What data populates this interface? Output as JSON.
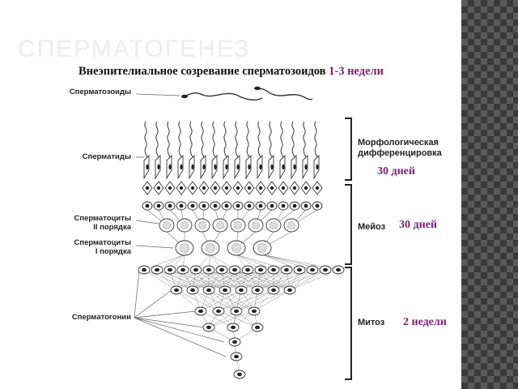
{
  "slide": {
    "title": "СПЕРМАТОГЕНЕЗ",
    "subtitle_main": "Внеэпителиальное созревание сперматозоидов ",
    "subtitle_accent": "1-3 недели"
  },
  "cell_labels": {
    "spermatozoa": "Сперматозоиды",
    "spermatids": "Сперматиды",
    "spermatocytes_2_line1": "Сперматоциты",
    "spermatocytes_2_line2": "II порядка",
    "spermatocytes_1_line1": "Сперматоциты",
    "spermatocytes_1_line2": "I порядка",
    "spermatogonia": "Сперматогонии"
  },
  "phases": {
    "morphological_line1": "Морфологическая",
    "morphological_line2": "дифференцировка",
    "meiosis": "Мейоз",
    "mitosis": "Митоз"
  },
  "durations": {
    "morphological": "30 дней",
    "meiosis": "30 дней",
    "mitosis": "2 недели"
  },
  "colors": {
    "accent": "#7a1f72",
    "title_faint": "#ececec",
    "side_dark": "#3a3a3a"
  }
}
